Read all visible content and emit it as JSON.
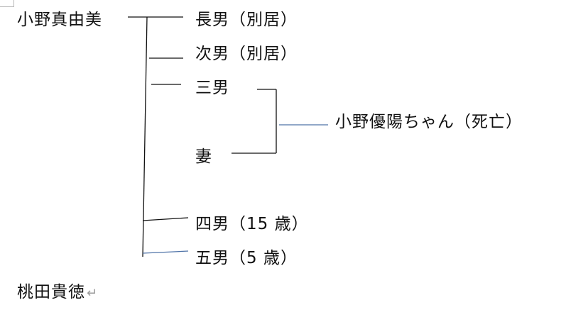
{
  "people": {
    "mother": "小野真由美",
    "son1": "長男（別居）",
    "son2": "次男（別居）",
    "son3": "三男",
    "wife": "妻",
    "child": "小野優陽ちゃん（死亡）",
    "son4": "四男（15 歳）",
    "son5": "五男（5 歳）",
    "other": "桃田貴徳"
  },
  "marks": {
    "paragraph_return": "↵"
  },
  "colors": {
    "line": "#111111",
    "accent_line": "#4f73a8",
    "text": "#111111"
  }
}
